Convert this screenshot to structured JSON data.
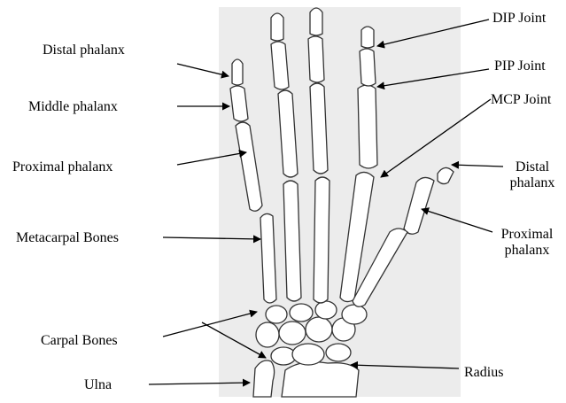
{
  "labels": {
    "distal_phalanx_left": "Distal phalanx",
    "middle_phalanx": "Middle phalanx",
    "proximal_phalanx_left": "Proximal phalanx",
    "metacarpal_bones": "Metacarpal Bones",
    "carpal_bones": "Carpal Bones",
    "ulna": "Ulna",
    "dip_joint": "DIP Joint",
    "pip_joint": "PIP Joint",
    "mcp_joint": "MCP Joint",
    "distal_phalanx_thumb": "Distal phalanx",
    "proximal_phalanx_thumb": "Proximal phalanx",
    "radius": "Radius"
  },
  "colors": {
    "xray_background": "#ececec",
    "bone_fill": "#ffffff",
    "bone_outline": "#333333",
    "arrow": "#000000"
  }
}
